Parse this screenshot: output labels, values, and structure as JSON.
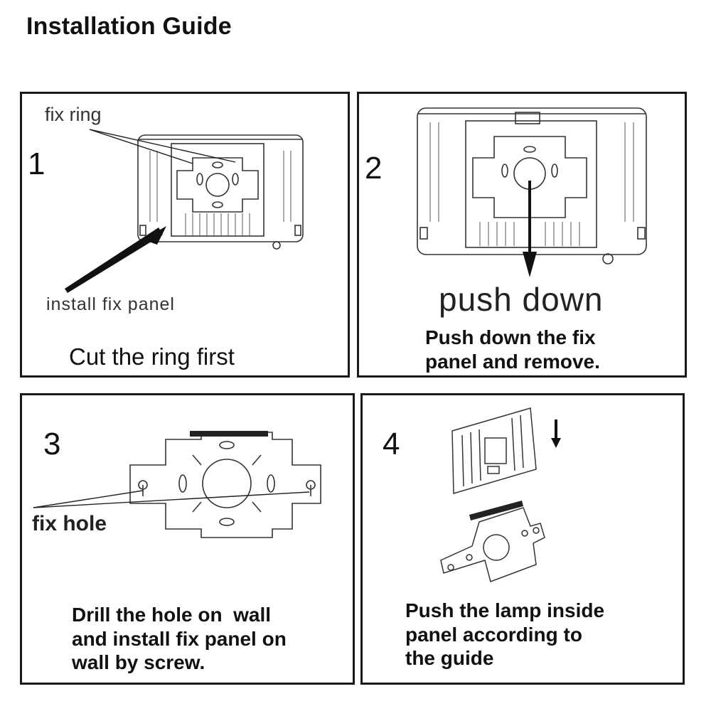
{
  "title": "Installation Guide",
  "steps": [
    {
      "number": "1",
      "labels": [
        "fix ring",
        "install fix panel"
      ],
      "caption": "Cut the ring first"
    },
    {
      "number": "2",
      "labels": [
        "push down"
      ],
      "caption_lines": [
        "Push down the fix",
        "panel and remove."
      ]
    },
    {
      "number": "3",
      "labels": [
        "fix hole"
      ],
      "caption_lines": [
        "Drill the hole on  wall",
        "and install fix panel on",
        "wall by screw."
      ]
    },
    {
      "number": "4",
      "caption_lines": [
        "Push the lamp inside",
        "panel according to",
        "the guide"
      ]
    }
  ]
}
